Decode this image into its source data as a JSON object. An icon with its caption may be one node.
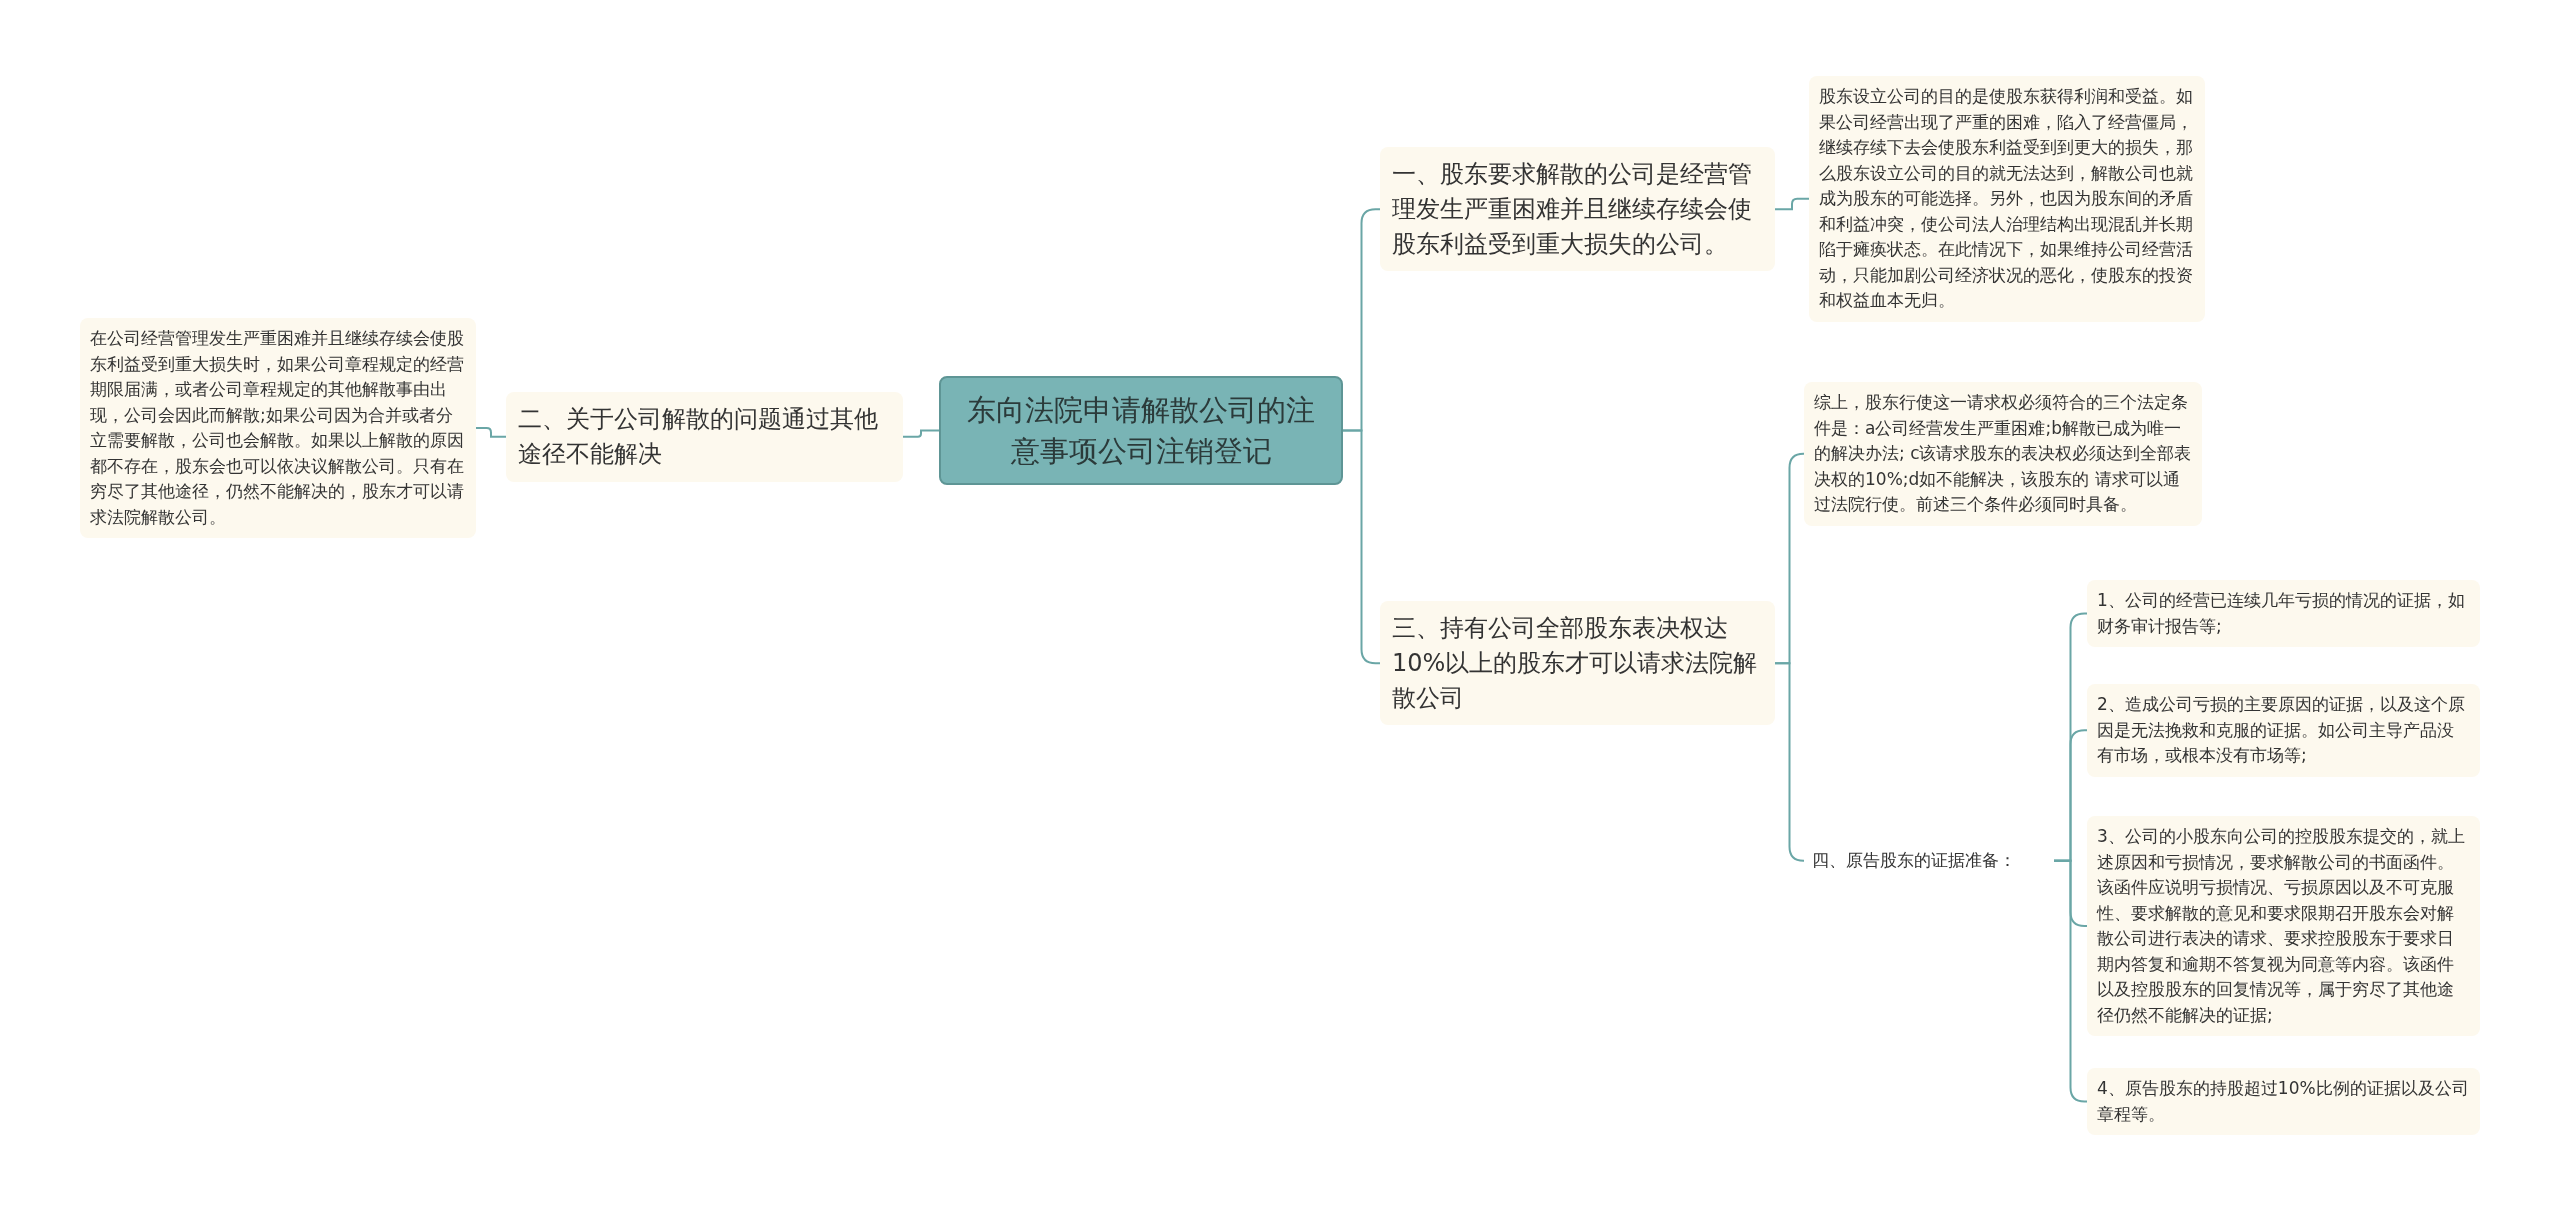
{
  "diagram": {
    "nodes": [
      {
        "text": [
          "东向法院申请解散公司的注意事项公司注销登记"
        ]
      },
      {
        "text": [
          "一、股东要求解散的公司是经营管理发生严重困难并且继续存续会使股东利益受到重大损失的公司。"
        ]
      },
      {
        "text": [
          "股东设立公司的目的是使股东获得利润和受益。如果公司经营出现了严重的困难，陷入了经营僵局，继续存续下去会使股东利益受到到更大的损失，那么股东设立公司的目的就无法达到，解散公司也就成为股东的可能选择。另外，也因为股东间的矛盾和利益冲突，使公司法人治理结构出现混乱并长期陷于瘫痪状态。在此情况下，如果维持公司经营活动，只能加剧公司经济状况的恶化，使股东的投资和权益血本无归。"
        ]
      },
      {
        "text": [
          "二、关于公司解散的问题通过其他途径不能解决"
        ]
      },
      {
        "text": [
          "在公司经营管理发生严重困难并且继续存续会使股东利益受到重大损失时，如果公司章程规定的经营期限届满，或者公司章程规定的其他解散事由出现，公司会因此而解散;如果公司因为合并或者分立需要解散，公司也会解散。如果以上解散的原因都不存在，股东会也可以依决议解散公司。只有在穷尽了其他途径，仍然不能解决的，股东才可以请求法院解散公司。"
        ]
      },
      {
        "text": [
          "三、持有公司全部股东表决权达10%以上的股东才可以请求法院解散公司"
        ]
      },
      {
        "text": [
          "综上，股东行使这一请求权必须符合的三个法定条件是：a公司经营发生严重困难;b解散已成为唯一的解决办法; c该请求股东的表决权必须达到全部表决权的10%;d如不能解决，该股东的 请求可以通过法院行使。前述三个条件必须同时具备。"
        ]
      },
      {
        "text": [
          "四、原告股东的证据准备："
        ]
      },
      {
        "text": [
          "1、公司的经营已连续几年亏损的情况的证据，如财务审计报告等;"
        ]
      },
      {
        "text": [
          "2、造成公司亏损的主要原因的证据，以及这个原因是无法挽救和克服的证据。如公司主导产品没有市场，或根本没有市场等;"
        ]
      },
      {
        "text": [
          "3、公司的小股东向公司的控股股东提交的，就上述原因和亏损情况，要求解散公司的书面函件。该函件应说明亏损情况、亏损原因以及不可克服性、要求解散的意见和要求限期召开股东会对解散公司进行表决的请求、要求控股股东于要求日期内答复和逾期不答复视为同意等内容。该函件以及控股股东的回复情况等，属于穷尽了其他途径仍然不能解决的证据;"
        ]
      },
      {
        "text": [
          "4、原告股东的持股超过10%比例的证据以及公司章程等。"
        ]
      }
    ],
    "edges": [
      {
        "from": 0,
        "to": 1,
        "arrow": "none"
      },
      {
        "from": 0,
        "to": 3,
        "arrow": "none"
      },
      {
        "from": 0,
        "to": 5,
        "arrow": "none"
      },
      {
        "from": 1,
        "to": 2,
        "arrow": "none"
      },
      {
        "from": 3,
        "to": 4,
        "arrow": "none"
      },
      {
        "from": 5,
        "to": 6,
        "arrow": "none"
      },
      {
        "from": 5,
        "to": 7,
        "arrow": "none"
      },
      {
        "from": 7,
        "to": 8,
        "arrow": "none"
      },
      {
        "from": 7,
        "to": 9,
        "arrow": "none"
      },
      {
        "from": 7,
        "to": 10,
        "arrow": "none"
      },
      {
        "from": 7,
        "to": 11,
        "arrow": "none"
      }
    ]
  }
}
